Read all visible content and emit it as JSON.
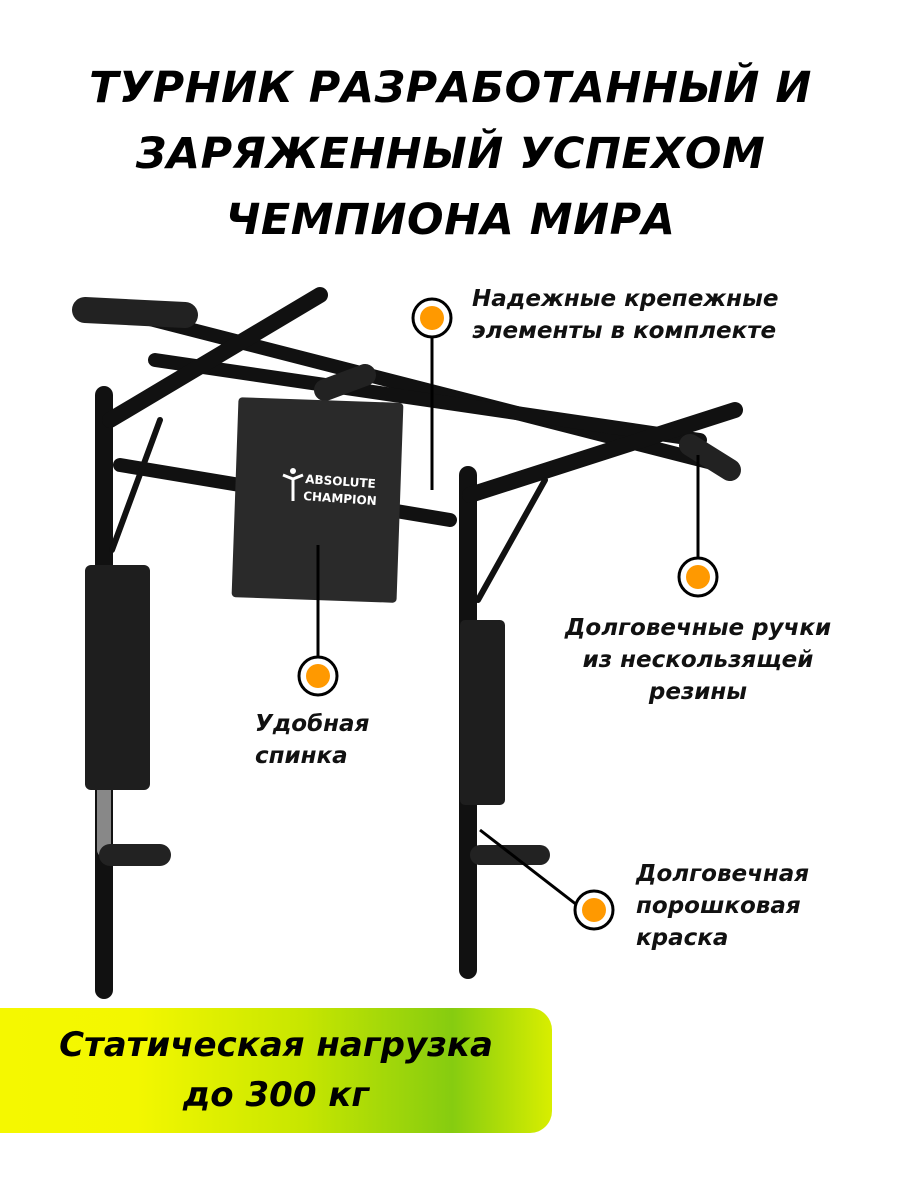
{
  "title": [
    "ТУРНИК РАЗРАБОТАННЫЙ И",
    "ЗАРЯЖЕННЫЙ УСПЕХОМ",
    "ЧЕМПИОНА МИРА"
  ],
  "logo": {
    "line1": "ABSOLUTE",
    "line2": "CHAMPION"
  },
  "callouts": {
    "fasteners": [
      "Надежные крепежные",
      "элементы в комплекте"
    ],
    "handles": [
      "Долговечные ручки",
      "из нескользящей",
      "резины"
    ],
    "back": [
      "Удобная",
      "спинка"
    ],
    "paint": [
      "Долговечная",
      "порошковая",
      "краска"
    ]
  },
  "banner": [
    "Статическая нагрузка",
    "до 300 кг"
  ],
  "colors": {
    "dot": "#ff9900",
    "banner_start": "#f5f800",
    "banner_end": "#86cc10"
  }
}
